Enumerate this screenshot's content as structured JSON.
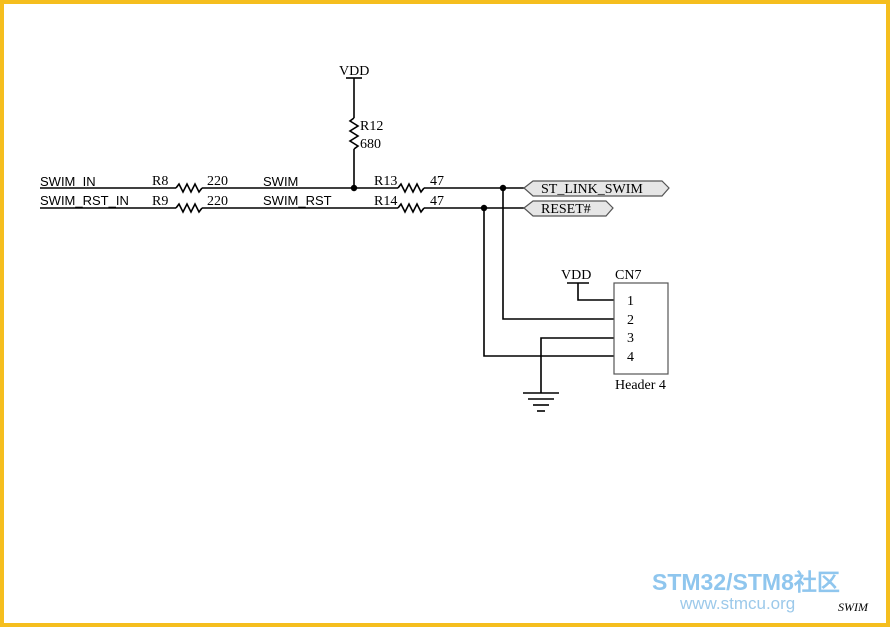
{
  "colors": {
    "border": "#f5be1e",
    "wire": "#000000",
    "port_fill": "#e6e6e6",
    "watermark": "#8fc6ee",
    "watermark_url": "#9cc9ea"
  },
  "power": {
    "vdd_top": "VDD",
    "vdd_header": "VDD"
  },
  "nets": {
    "swim_in": "SWIM_IN",
    "swim_rst_in": "SWIM_RST_IN",
    "swim": "SWIM",
    "swim_rst": "SWIM_RST"
  },
  "resistors": {
    "r12": {
      "ref": "R12",
      "value": "680"
    },
    "r8": {
      "ref": "R8",
      "value": "220"
    },
    "r9": {
      "ref": "R9",
      "value": "220"
    },
    "r13": {
      "ref": "R13",
      "value": "47"
    },
    "r14": {
      "ref": "R14",
      "value": "47"
    }
  },
  "ports": {
    "st_link_swim": "ST_LINK_SWIM",
    "reset": "RESET#"
  },
  "connector": {
    "ref": "CN7",
    "name": "Header 4",
    "pins": [
      "1",
      "2",
      "3",
      "4"
    ]
  },
  "sheet_label": "SWIM",
  "watermark": {
    "brand": "STM32/STM8社区",
    "url": "www.stmcu.org"
  },
  "icons": {
    "resistor": "resistor-icon",
    "ground": "ground-icon",
    "power": "power-icon",
    "port": "port-arrow-icon",
    "junction": "junction-dot-icon"
  }
}
